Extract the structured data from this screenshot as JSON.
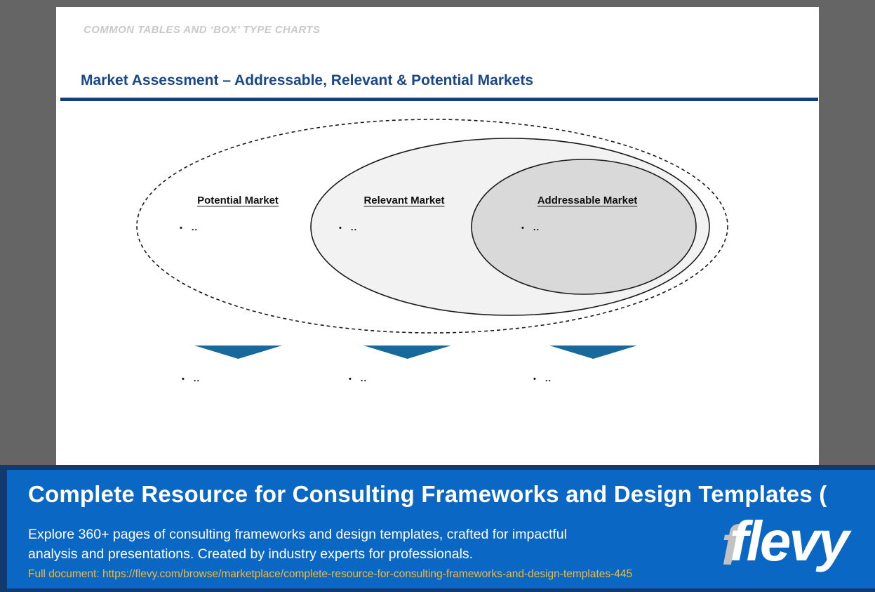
{
  "page": {
    "background_color": "#656565",
    "slide_background": "#FFFFFF"
  },
  "slide": {
    "kicker": "COMMON TABLES AND ‘BOX’ TYPE CHARTS",
    "title": "Market Assessment – Addressable, Relevant & Potential Markets",
    "colors": {
      "title": "#1A4789",
      "rule": "#143F7D",
      "kicker": "#C9C9C9"
    }
  },
  "diagram": {
    "type": "nested-ellipse-venn",
    "rings": [
      {
        "label": "Potential Market",
        "bullet": "..",
        "fill": "#FFFFFF",
        "border": "dashed"
      },
      {
        "label": "Relevant Market",
        "bullet": "..",
        "fill": "#F2F2F2",
        "border": "solid"
      },
      {
        "label": "Addressable Market",
        "bullet": "..",
        "fill": "#D9D9D9",
        "border": "solid"
      }
    ],
    "bullet_glyph": "•",
    "arrow_color": "#16699A",
    "callouts": [
      {
        "bullet": ".."
      },
      {
        "bullet": ".."
      },
      {
        "bullet": ".."
      }
    ]
  },
  "banner": {
    "title": "Complete Resource for Consulting Frameworks and Design Templates (",
    "description": "Explore 360+ pages of consulting frameworks and design templates, crafted for impactful analysis and presentations. Created by industry experts for professionals.",
    "link": "Full document: https://flevy.com/browse/marketplace/complete-resource-for-consulting-frameworks-and-design-templates-445",
    "logo_text": "flevy",
    "logo_ghost": "f",
    "colors": {
      "background": "#0B67C4",
      "border": "#133A6E",
      "link": "#EDBB3B",
      "title_text": "#FFFFFF"
    }
  }
}
